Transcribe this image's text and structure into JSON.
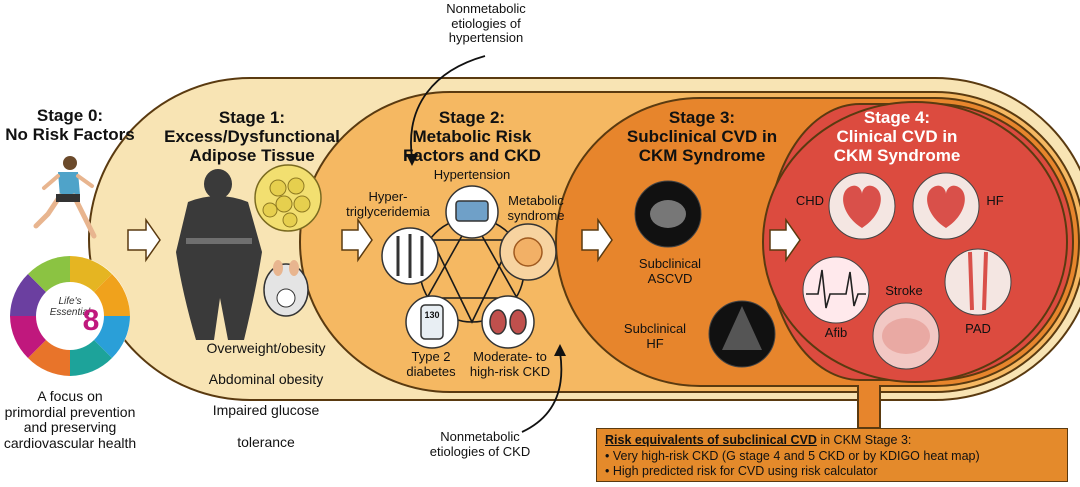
{
  "stage0": {
    "title": "Stage 0:\nNo Risk Factors",
    "caption": "A focus on\nprimordial prevention\nand preserving\ncardiovascular health",
    "logo_small": "Life's\nEssential",
    "logo_number": "8"
  },
  "stage1": {
    "title": "Stage 1:\nExcess/Dysfunctional\nAdipose Tissue",
    "items": [
      "Overweight/obesity",
      "Abdominal obesity",
      "Impaired glucose",
      "tolerance"
    ]
  },
  "stage2": {
    "title": "Stage 2:\nMetabolic Risk\nFactors and CKD",
    "nodes": {
      "hypertension": "Hypertension",
      "hypertriglyceridemia": "Hyper-\ntriglyceridemia",
      "metabolic_syndrome": "Metabolic\nsyndrome",
      "type2_diabetes": "Type 2\ndiabetes",
      "ckd": "Moderate- to\nhigh-risk CKD"
    },
    "glucose_reading": "130"
  },
  "stage3": {
    "title": "Stage 3:\nSubclinical CVD in\nCKM Syndrome",
    "ascvd": "Subclinical\nASCVD",
    "hf": "Subclinical\nHF"
  },
  "stage4": {
    "title": "Stage 4:\nClinical CVD in\nCKM Syndrome",
    "chd": "CHD",
    "hf": "HF",
    "stroke": "Stroke",
    "afib": "Afib",
    "pad": "PAD"
  },
  "annotations": {
    "top": "Nonmetabolic\netiologies of\nhypertension",
    "bottom": "Nonmetabolic\netiologies of CKD"
  },
  "risk_box": {
    "title": "Risk equivalents of subclinical CVD",
    "suffix": " in CKM Stage 3:",
    "bullets": [
      "• Very high-risk CKD (G stage 4 and 5 CKD or by KDIGO heat map)",
      "• High predicted risk for CVD using risk calculator"
    ]
  },
  "colors": {
    "stage1": "#f8e4b4",
    "stage2": "#f5b862",
    "stage3": "#e7852c",
    "stage4": "#dc4b3f",
    "outline": "#5a3a10"
  }
}
